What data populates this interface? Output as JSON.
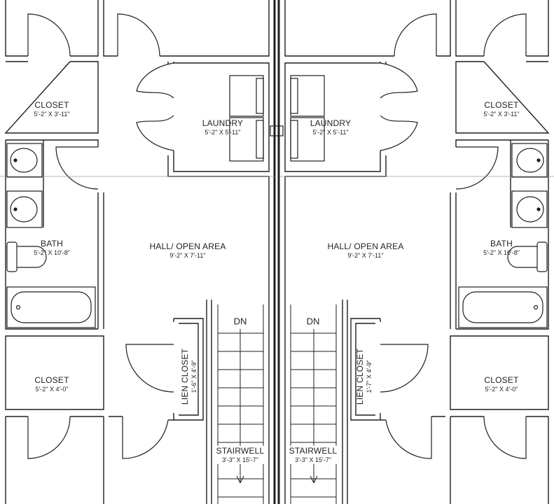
{
  "plan": {
    "rooms": [
      {
        "id": "closet-top-left",
        "name": "CLOSET",
        "dims": "5'-2\" X 3'-11\""
      },
      {
        "id": "laundry-left",
        "name": "LAUNDRY",
        "dims": "5'-2\" X 5'-11\""
      },
      {
        "id": "laundry-right",
        "name": "LAUNDRY",
        "dims": "5'-2\" X 5'-11\""
      },
      {
        "id": "closet-top-right",
        "name": "CLOSET",
        "dims": "5'-2\" X 3'-11\""
      },
      {
        "id": "bath-left",
        "name": "BATH",
        "dims": "5'-2\" X 10'-8\""
      },
      {
        "id": "bath-right",
        "name": "BATH",
        "dims": "5'-2\" X 10'-8\""
      },
      {
        "id": "hall-left",
        "name": "HALL/ OPEN AREA",
        "dims": "9'-2\" X 7'-11\""
      },
      {
        "id": "hall-right",
        "name": "HALL/ OPEN AREA",
        "dims": "9'-2\" X 7'-11\""
      },
      {
        "id": "closet-bottom-left",
        "name": "CLOSET",
        "dims": "5'-2\" X 4'-0\""
      },
      {
        "id": "closet-bottom-right",
        "name": "CLOSET",
        "dims": "5'-2\" X 4'-0\""
      },
      {
        "id": "linen-closet-left",
        "name": "LIEN CLOSET",
        "dims": "1'-6\" X 4'-9\""
      },
      {
        "id": "linen-closet-right",
        "name": "LIEN CLOSET",
        "dims": "1'-7\" X 4'-9\""
      },
      {
        "id": "stairwell-left",
        "name": "STAIRWELL",
        "dims": "3'-3\" X 15'-7\""
      },
      {
        "id": "stairwell-right",
        "name": "STAIRWELL",
        "dims": "3'-3\" X 15'-7\""
      }
    ],
    "stair_labels": [
      "DN",
      "DN"
    ]
  }
}
